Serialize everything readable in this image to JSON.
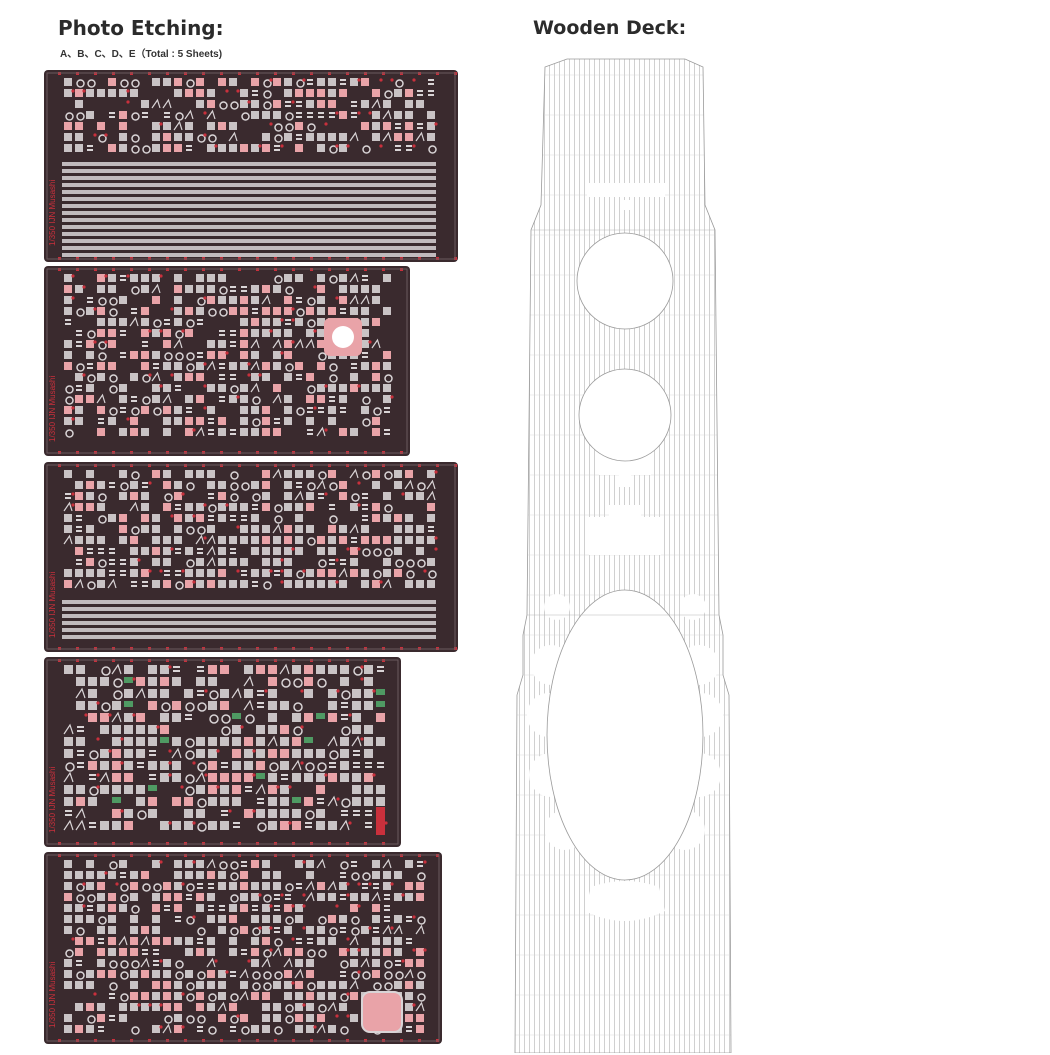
{
  "photo_etching": {
    "title": "Photo Etching:",
    "subtitle": "A、B、C、D、E（Total : 5 Sheets)",
    "sheet_count": 5,
    "sheets": [
      {
        "id": "A",
        "label": "1/350 IJN Musashi"
      },
      {
        "id": "B",
        "label": "1/350 IJN Musashi"
      },
      {
        "id": "C",
        "label": "1/350 IJN Musashi"
      },
      {
        "id": "D",
        "label": "1/350 IJN Musashi"
      },
      {
        "id": "E",
        "label": "1/350 IJN Musashi"
      }
    ]
  },
  "wooden_deck": {
    "title": "Wooden Deck:"
  },
  "colors": {
    "sheet_bg": "#3a2a2e",
    "etch_metal": "#d9d4d6",
    "etch_red": "#c9303c",
    "etch_pink": "#e9a3a8",
    "etch_green": "#4f9a63",
    "deck_line": "#bdbdbd"
  }
}
